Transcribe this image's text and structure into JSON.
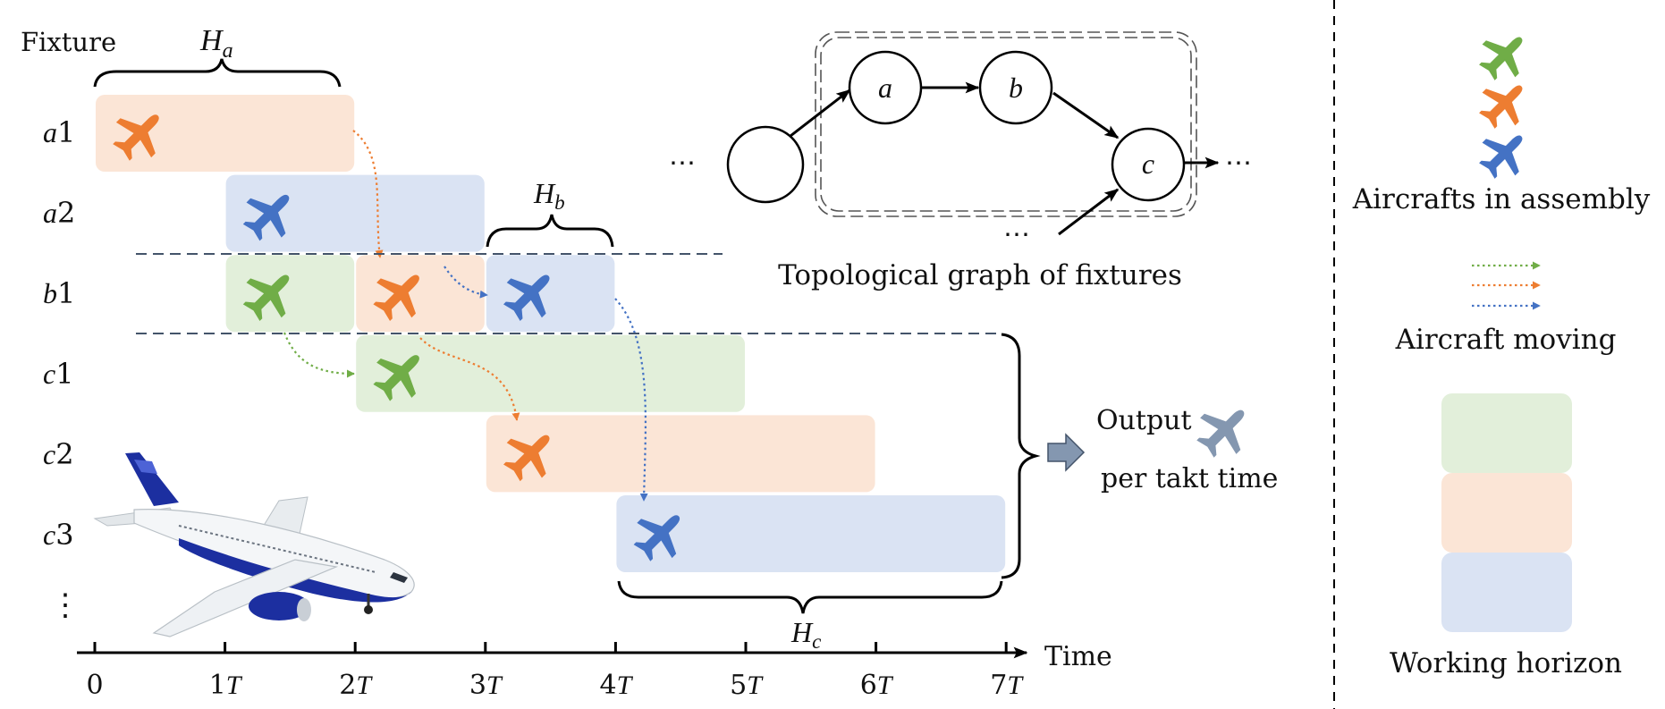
{
  "colors": {
    "green": "#70ad47",
    "orange": "#ed7d31",
    "blue": "#4472c4",
    "green_fill": "#e2efda",
    "orange_fill": "#fbe5d6",
    "blue_fill": "#dae3f3",
    "gray_plane": "#8497b0",
    "output_arrow": "#8497b0"
  },
  "fixtures": {
    "header": "Fixture",
    "rows": [
      {
        "prefix": "a",
        "num": "1"
      },
      {
        "prefix": "a",
        "num": "2"
      },
      {
        "prefix": "b",
        "num": "1"
      },
      {
        "prefix": "c",
        "num": "1"
      },
      {
        "prefix": "c",
        "num": "2"
      },
      {
        "prefix": "c",
        "num": "3"
      }
    ],
    "more": "⋮"
  },
  "horizons": {
    "a": {
      "base": "H",
      "sub": "a"
    },
    "b": {
      "base": "H",
      "sub": "b"
    },
    "c": {
      "base": "H",
      "sub": "c"
    }
  },
  "time_axis": {
    "label": "Time",
    "ticks": [
      {
        "num": "0",
        "unit": ""
      },
      {
        "num": "1",
        "unit": "T"
      },
      {
        "num": "2",
        "unit": "T"
      },
      {
        "num": "3",
        "unit": "T"
      },
      {
        "num": "4",
        "unit": "T"
      },
      {
        "num": "5",
        "unit": "T"
      },
      {
        "num": "6",
        "unit": "T"
      },
      {
        "num": "7",
        "unit": "T"
      }
    ]
  },
  "schedule": [
    {
      "row": 0,
      "start": 0,
      "end": 2,
      "color": "orange"
    },
    {
      "row": 1,
      "start": 1,
      "end": 3,
      "color": "blue"
    },
    {
      "row": 2,
      "start": 1,
      "end": 2,
      "color": "green"
    },
    {
      "row": 2,
      "start": 2,
      "end": 3,
      "color": "orange"
    },
    {
      "row": 2,
      "start": 3,
      "end": 4,
      "color": "blue"
    },
    {
      "row": 3,
      "start": 2,
      "end": 5,
      "color": "green"
    },
    {
      "row": 4,
      "start": 3,
      "end": 6,
      "color": "orange"
    },
    {
      "row": 5,
      "start": 4,
      "end": 7,
      "color": "blue"
    }
  ],
  "graph": {
    "caption": "Topological graph of fixtures",
    "nodes": [
      "a",
      "b",
      "c"
    ],
    "ellipsis_left": "⋯",
    "ellipsis_right": "⋯",
    "ellipsis_bottom": "⋯"
  },
  "output": {
    "line1": "Output",
    "line2": "per takt time"
  },
  "legend": {
    "aircraft": "Aircrafts in assembly",
    "moving": "Aircraft moving",
    "horizon": "Working horizon"
  }
}
